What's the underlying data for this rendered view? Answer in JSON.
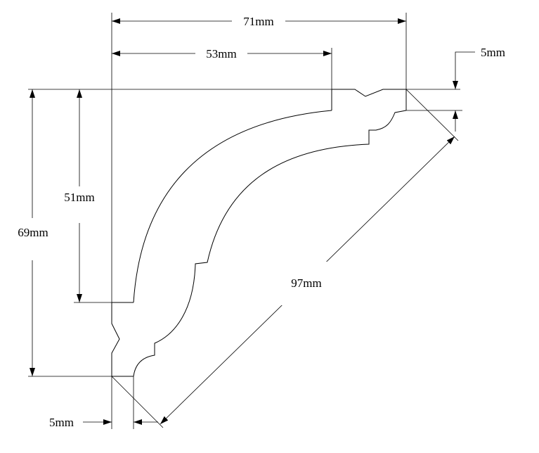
{
  "dimensions": {
    "top_width": "71mm",
    "inner_width": "53mm",
    "top_thickness": "5mm",
    "inner_height": "51mm",
    "total_height": "69mm",
    "diagonal": "97mm",
    "bottom_thickness": "5mm"
  }
}
